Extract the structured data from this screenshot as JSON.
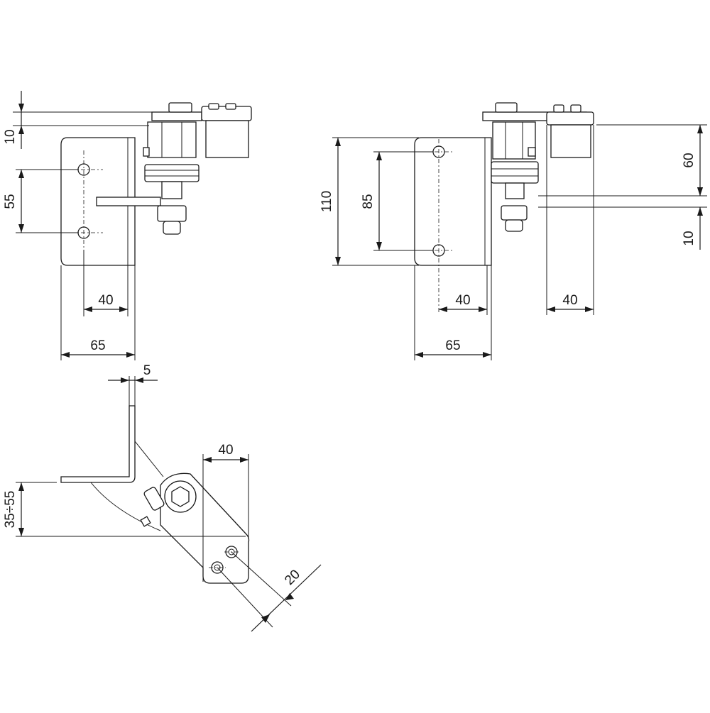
{
  "views": {
    "front_left": {
      "dim_10": "10",
      "dim_55": "55",
      "dim_40": "40",
      "dim_65": "65"
    },
    "front_right": {
      "dim_110": "110",
      "dim_85": "85",
      "dim_40_left": "40",
      "dim_65": "65",
      "dim_60": "60",
      "dim_10": "10",
      "dim_40_right": "40"
    },
    "top_view": {
      "dim_5": "5",
      "dim_40": "40",
      "dim_35_55": "35÷55",
      "dim_20": "20"
    }
  }
}
